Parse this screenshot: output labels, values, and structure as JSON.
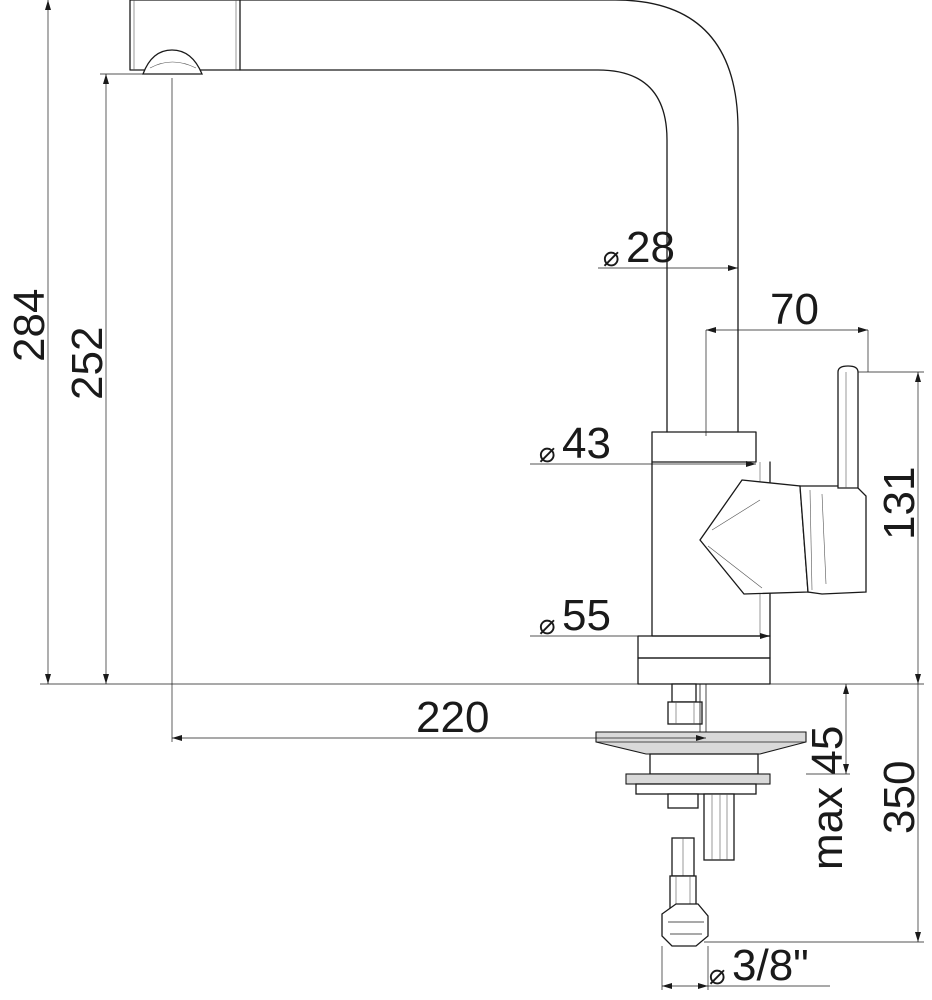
{
  "diameter_symbol": "⌀",
  "dimensions": {
    "total_height": "284",
    "spout_height": "252",
    "spout_diameter": "28",
    "lever_offset": "70",
    "body_upper_diameter": "43",
    "lever_height": "131",
    "body_lower_diameter": "55",
    "spout_reach": "220",
    "max_deck_thickness": "max 45",
    "hose_length": "350",
    "hose_connection": "3/8\""
  }
}
